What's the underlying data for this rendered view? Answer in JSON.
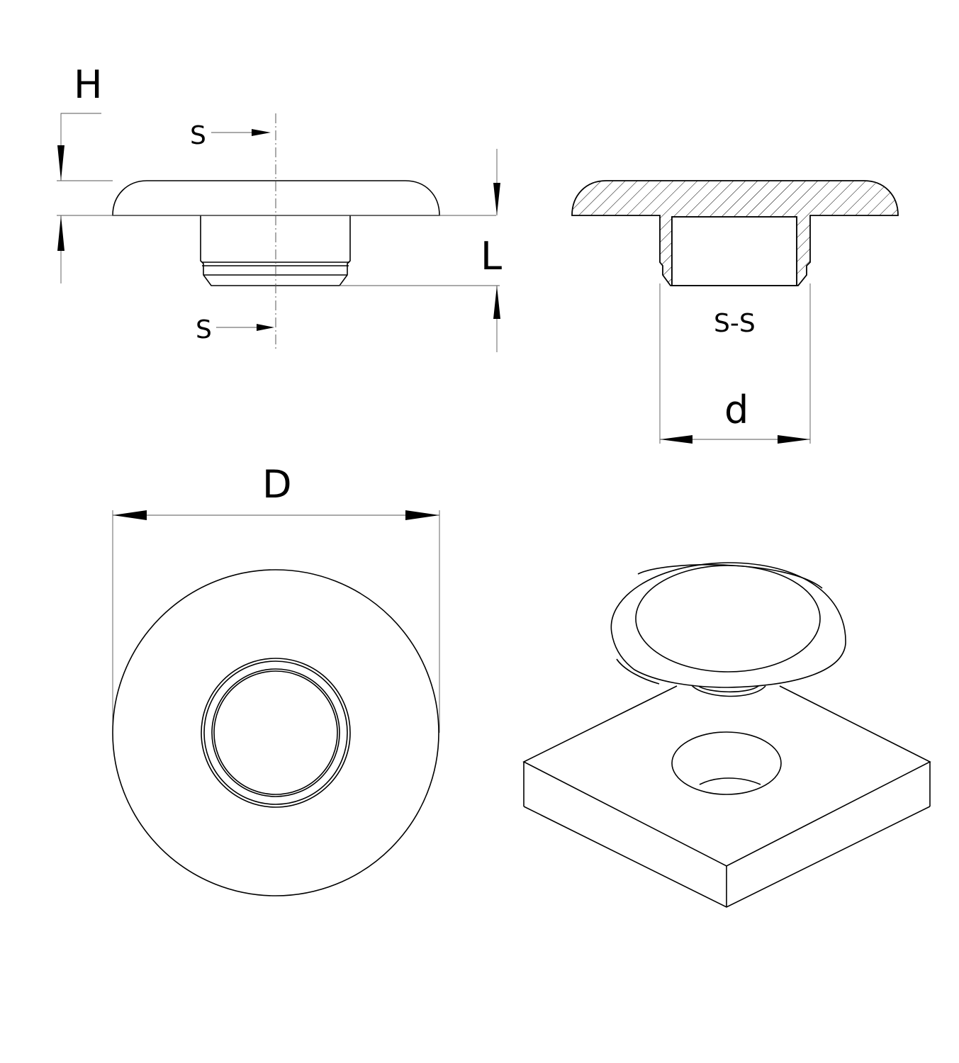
{
  "labels": {
    "height": "H",
    "length": "L",
    "section_marker_top": "S",
    "section_marker_bottom": "S",
    "section_title": "S-S",
    "inner_diameter": "d",
    "outer_diameter": "D"
  },
  "colors": {
    "line": "#000000",
    "background": "#ffffff"
  }
}
